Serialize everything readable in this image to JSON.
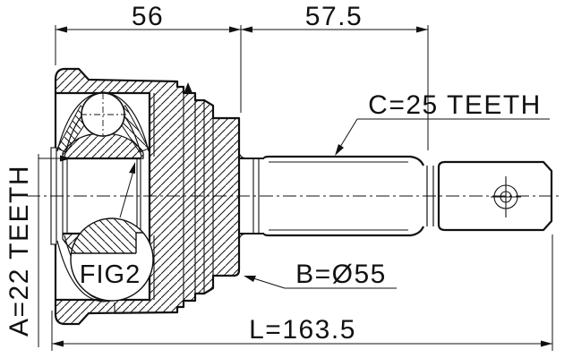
{
  "page": {
    "background": "#ffffff"
  },
  "drawing": {
    "type": "technical-drawing",
    "subject": "drive shaft outer CV joint cross-section",
    "line_color": "#111111",
    "dimensions": {
      "housing_length": "56",
      "stub_length": "57.5",
      "overall_length": "L=163.5",
      "body_diameter": "B=Ø55",
      "inner_spline": "A=22 TEETH",
      "outer_spline": "C=25 TEETH"
    },
    "detail_callout": "FIG2"
  }
}
